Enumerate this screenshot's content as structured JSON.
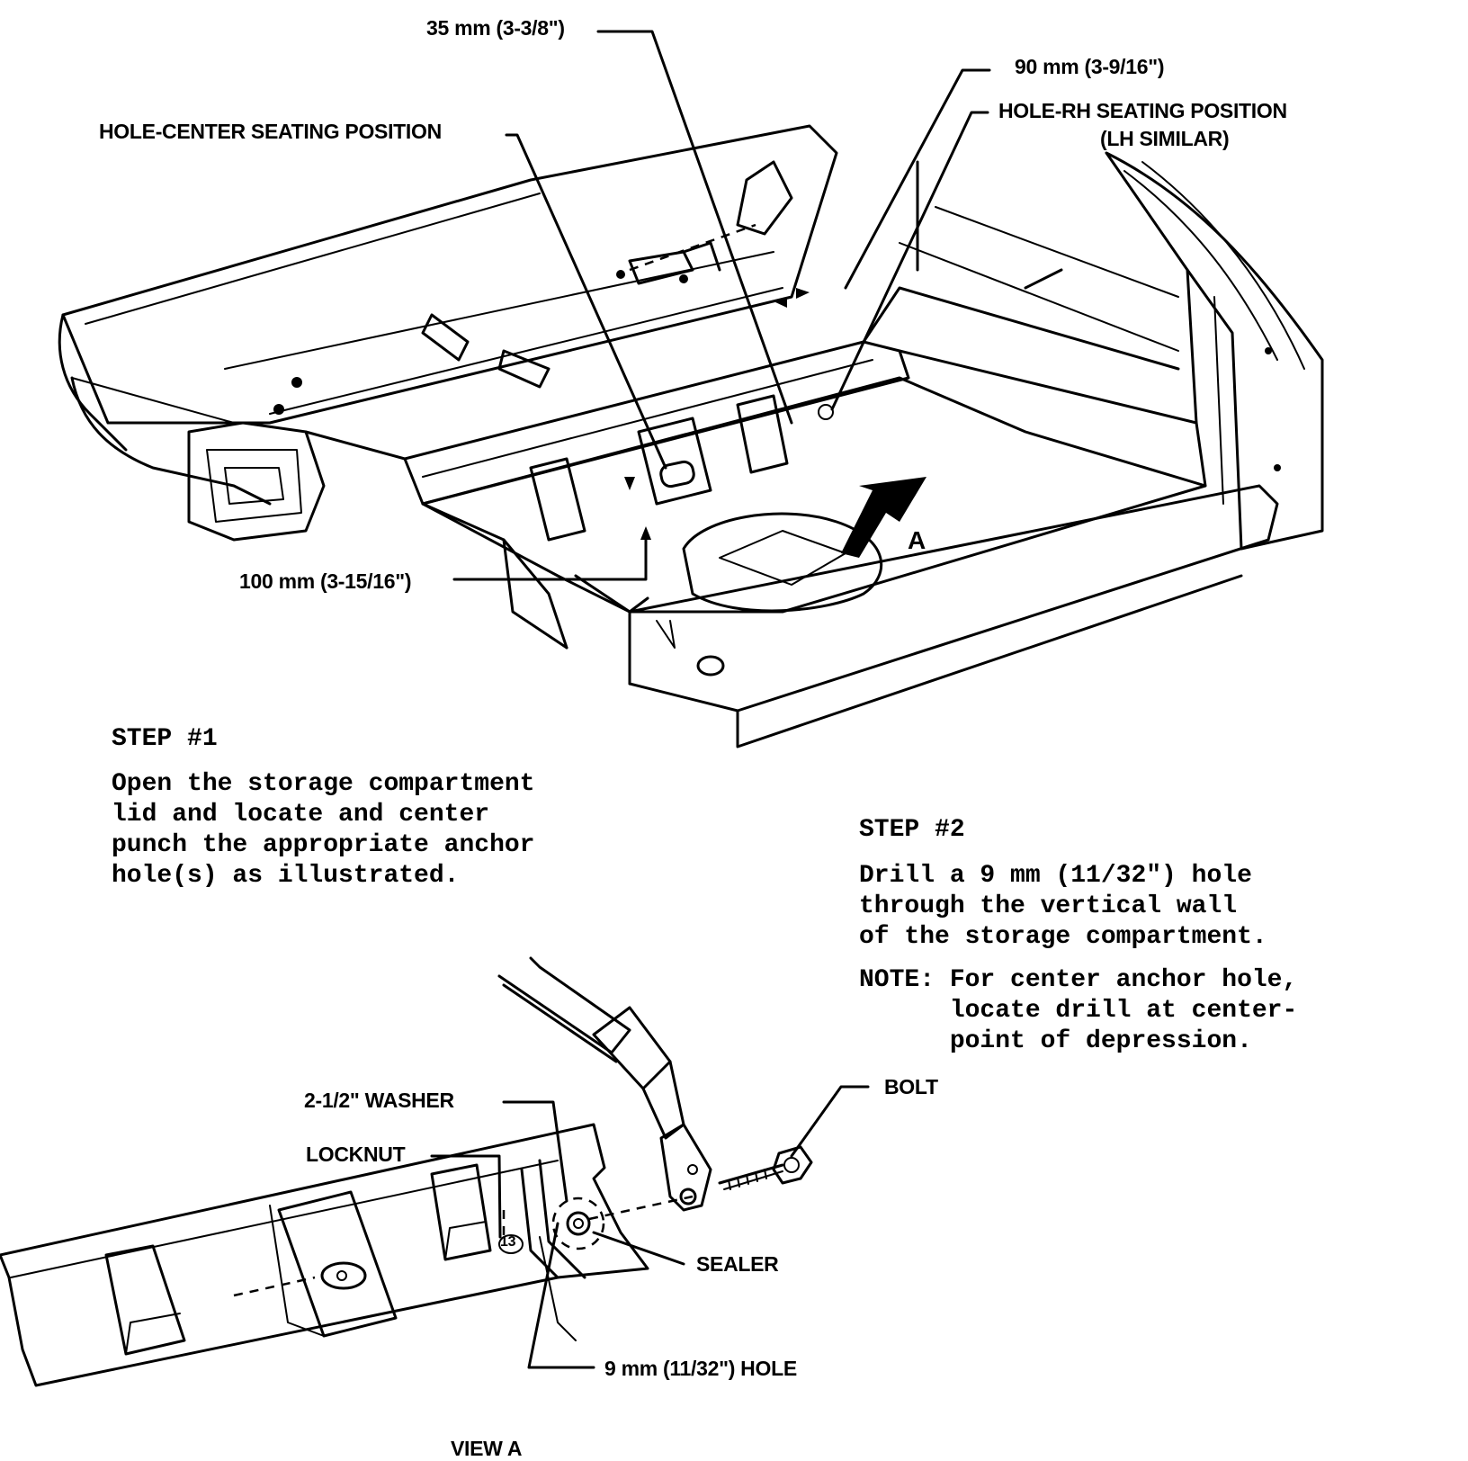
{
  "callouts": {
    "dim_35mm": "35 mm (3-3/8\")",
    "hole_center": "HOLE-CENTER SEATING POSITION",
    "dim_90mm": "90 mm (3-9/16\")",
    "hole_rh_line1": "HOLE-RH SEATING POSITION",
    "hole_rh_line2": "(LH SIMILAR)",
    "dim_100mm": "100 mm (3-15/16\")",
    "marker_a": "A",
    "washer": "2-1/2\"  WASHER",
    "locknut": "LOCKNUT",
    "bolt": "BOLT",
    "sealer": "SEALER",
    "hole_9mm": "9 mm (11/32\")  HOLE",
    "view_a": "VIEW A",
    "nut_size": "13"
  },
  "step1": {
    "title": "STEP #1",
    "line1": "Open the storage compartment",
    "line2": "lid and locate and center",
    "line3": "punch the appropriate anchor",
    "line4": "hole(s) as illustrated."
  },
  "step2": {
    "title": "STEP #2",
    "line1": "Drill a 9 mm (11/32\") hole",
    "line2": "through the vertical wall",
    "line3": "of the storage compartment.",
    "note1": "NOTE: For center anchor hole,",
    "note2": "      locate drill at center-",
    "note3": "      point of depression."
  }
}
